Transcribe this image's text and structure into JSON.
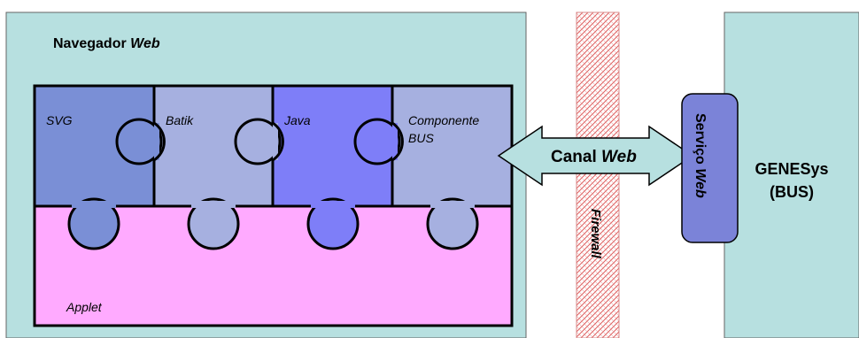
{
  "browser": {
    "label_plain": "Navegador ",
    "label_italic": "Web"
  },
  "puzzle": {
    "pieces": [
      {
        "label": "SVG"
      },
      {
        "label": "Batik"
      },
      {
        "label": "Java"
      },
      {
        "label_line1": "Componente",
        "label_line2": "BUS"
      }
    ],
    "base_label": "Applet"
  },
  "channel": {
    "label_plain": "Canal ",
    "label_italic": "Web"
  },
  "firewall": {
    "label": "Firewall"
  },
  "service": {
    "label_plain": "Serviço ",
    "label_italic": "Web"
  },
  "server": {
    "line1": "GENESys",
    "line2": "(BUS)"
  },
  "colors": {
    "panel": "#b7e0e0",
    "svg_piece": "#7a8fd6",
    "batik_piece": "#a6b0e0",
    "java_piece": "#7e7ef8",
    "bus_piece": "#a6b0e0",
    "applet": "#ffaaff",
    "service_box": "#7b83d8",
    "firewall_hatch": "#e06060"
  }
}
